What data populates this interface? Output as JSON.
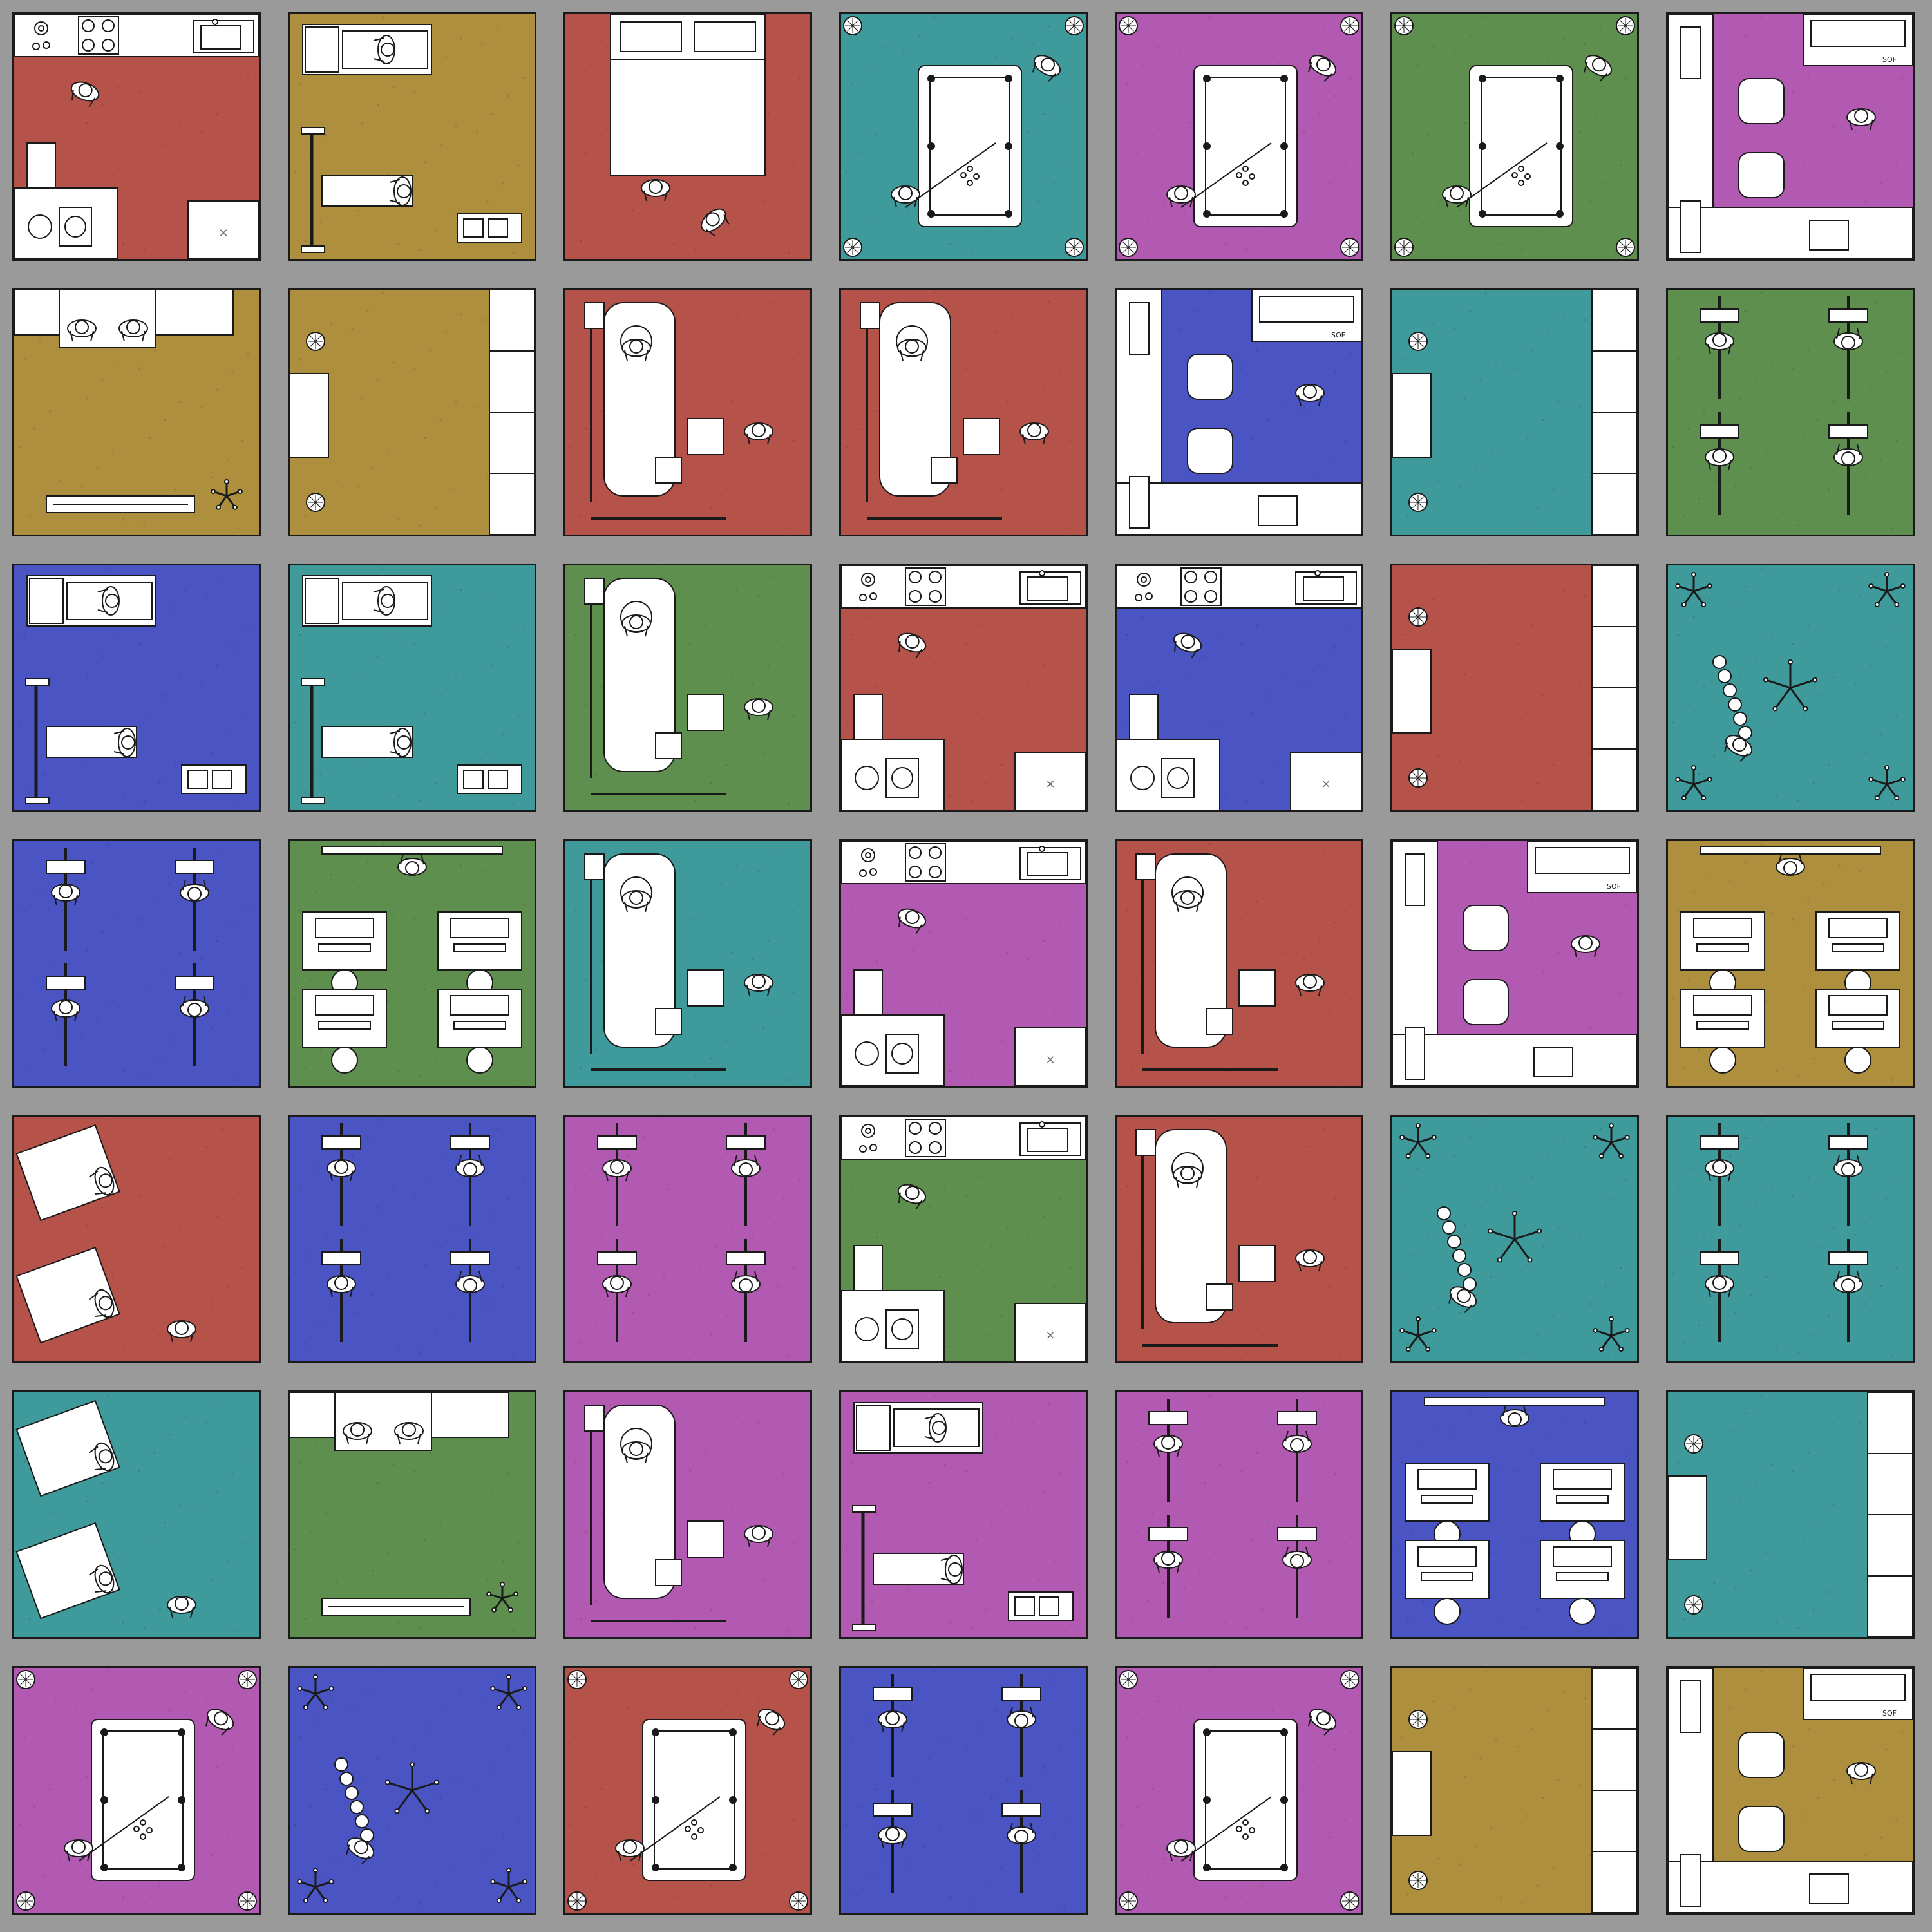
{
  "palette": {
    "red": "#b5534b",
    "olive": "#ad8f3d",
    "teal": "#3f9a9c",
    "purple": "#b25ab2",
    "green": "#5e8f4e",
    "blue": "#4a54c2",
    "wall": "#9a9a9a",
    "furniture": "#ffffff",
    "line": "#1a1a1a"
  },
  "rooms": [
    [
      {
        "type": "kitchen",
        "color": "red"
      },
      {
        "type": "gym",
        "color": "olive"
      },
      {
        "type": "bedroom",
        "color": "red"
      },
      {
        "type": "billiards",
        "color": "teal"
      },
      {
        "type": "billiards",
        "color": "purple"
      },
      {
        "type": "billiards",
        "color": "green"
      },
      {
        "type": "office",
        "color": "purple"
      }
    ],
    [
      {
        "type": "lounge",
        "color": "olive"
      },
      {
        "type": "meeting",
        "color": "olive"
      },
      {
        "type": "dental",
        "color": "red"
      },
      {
        "type": "dental",
        "color": "red"
      },
      {
        "type": "office",
        "color": "blue"
      },
      {
        "type": "meeting",
        "color": "teal"
      },
      {
        "type": "cycling",
        "color": "green"
      }
    ],
    [
      {
        "type": "gym",
        "color": "blue"
      },
      {
        "type": "gym",
        "color": "teal"
      },
      {
        "type": "dental",
        "color": "green"
      },
      {
        "type": "kitchen",
        "color": "red"
      },
      {
        "type": "kitchen",
        "color": "blue"
      },
      {
        "type": "meeting",
        "color": "red"
      },
      {
        "type": "studio",
        "color": "teal"
      }
    ],
    [
      {
        "type": "cycling",
        "color": "blue"
      },
      {
        "type": "classroom",
        "color": "green"
      },
      {
        "type": "dental",
        "color": "teal"
      },
      {
        "type": "kitchen",
        "color": "purple"
      },
      {
        "type": "dental",
        "color": "red"
      },
      {
        "type": "office",
        "color": "purple"
      },
      {
        "type": "classroom",
        "color": "olive"
      }
    ],
    [
      {
        "type": "salon",
        "color": "red"
      },
      {
        "type": "cycling",
        "color": "blue"
      },
      {
        "type": "cycling",
        "color": "purple"
      },
      {
        "type": "kitchen",
        "color": "green"
      },
      {
        "type": "dental",
        "color": "red"
      },
      {
        "type": "studio",
        "color": "teal"
      },
      {
        "type": "cycling",
        "color": "teal"
      }
    ],
    [
      {
        "type": "salon",
        "color": "teal"
      },
      {
        "type": "lounge",
        "color": "green"
      },
      {
        "type": "dental",
        "color": "purple"
      },
      {
        "type": "gym",
        "color": "purple"
      },
      {
        "type": "cycling",
        "color": "purple"
      },
      {
        "type": "classroom",
        "color": "blue"
      },
      {
        "type": "meeting",
        "color": "teal"
      }
    ],
    [
      {
        "type": "billiards",
        "color": "purple"
      },
      {
        "type": "studio",
        "color": "blue"
      },
      {
        "type": "billiards",
        "color": "red"
      },
      {
        "type": "cycling",
        "color": "blue"
      },
      {
        "type": "billiards",
        "color": "purple"
      },
      {
        "type": "meeting",
        "color": "olive"
      },
      {
        "type": "office",
        "color": "olive"
      }
    ]
  ],
  "labels": {
    "printer_brand": "SOF"
  }
}
